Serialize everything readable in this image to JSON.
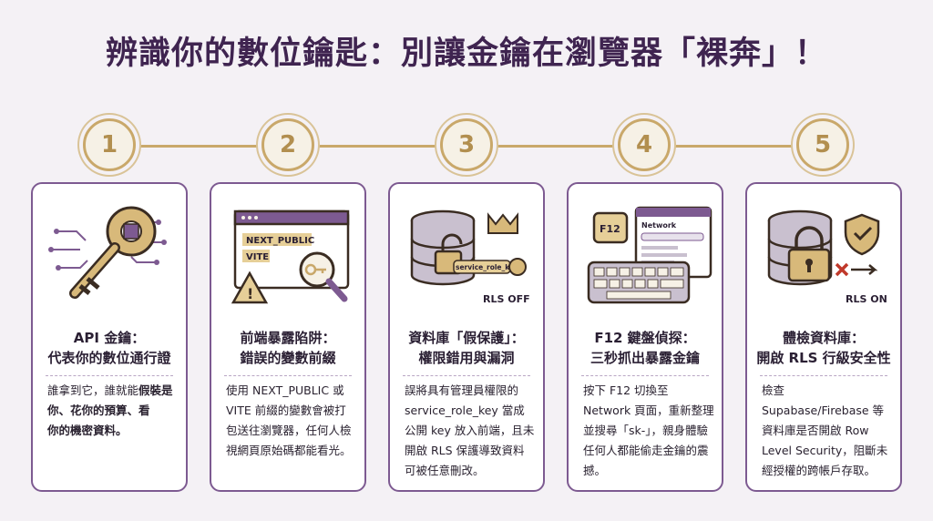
{
  "page_title": "辨識你的數位鑰匙：別讓金鑰在瀏覽器「裸奔」！",
  "steps": [
    "1",
    "2",
    "3",
    "4",
    "5"
  ],
  "cards": [
    {
      "heading1": "API 金鑰：",
      "heading2": "代表你的數位通行證",
      "body": [
        "誰拿到它，誰就能",
        "假裝",
        "是你、花你的預算、看",
        "你的機密資料。"
      ]
    },
    {
      "heading1": "前端暴露陷阱：",
      "heading2": "錯誤的變數前綴",
      "body": "使用 NEXT_PUBLIC 或 VITE 前綴的變數會被打包送往瀏覽器，任何人檢視網頁原始碼都能看光。",
      "illus_label1": "NEXT_PUBLIC",
      "illus_label2": "VITE"
    },
    {
      "heading1": "資料庫「假保護」：",
      "heading2": "權限錯用與漏洞",
      "body": "誤將具有管理員權限的 service_role_key 當成公開 key 放入前端，且未開啟 RLS 保護導致資料可被任意刪改。",
      "illus_label1": "service_role_key",
      "illus_label2": "RLS OFF"
    },
    {
      "heading1": "F12 鍵盤偵探：",
      "heading2": "三秒抓出暴露金鑰",
      "body": "按下 F12 切換至 Network 頁面，重新整理並搜尋「sk-」，親身體驗任何人都能偷走金鑰的震撼。",
      "illus_label1": "F12",
      "illus_label2": "Network"
    },
    {
      "heading1": "體檢資料庫：",
      "heading2": "開啟 RLS 行級安全性",
      "body": "檢查 Supabase/Firebase 等資料庫是否開啟 Row Level Security，阻斷未經授權的跨帳戶存取。",
      "illus_label1": "RLS ON"
    }
  ],
  "colors": {
    "title": "#3f2450",
    "card_border": "#7d5a91",
    "gold": "#c9a86a",
    "background": "#f4f1f5"
  }
}
